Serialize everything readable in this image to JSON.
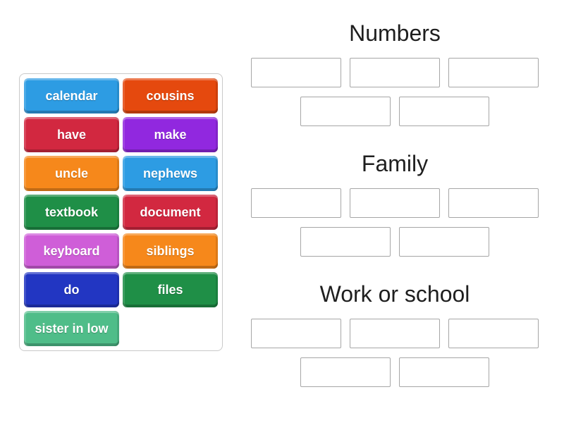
{
  "activity": {
    "type_hint": "group-sort",
    "background_color": "#ffffff",
    "heading_color": "#1f1f1f",
    "slot_border_color": "#a6a6a6",
    "panel_border_color": "#c9c9c9"
  },
  "word_bank": {
    "tiles": [
      {
        "label": "calendar",
        "color": "#2d9ce3"
      },
      {
        "label": "cousins",
        "color": "#e5490e"
      },
      {
        "label": "have",
        "color": "#d22840"
      },
      {
        "label": "make",
        "color": "#9128df"
      },
      {
        "label": "uncle",
        "color": "#f6881b"
      },
      {
        "label": "nephews",
        "color": "#2d9ce3"
      },
      {
        "label": "textbook",
        "color": "#1f8f47"
      },
      {
        "label": "document",
        "color": "#d22840"
      },
      {
        "label": "keyboard",
        "color": "#cf5ed8"
      },
      {
        "label": "siblings",
        "color": "#f6881b"
      },
      {
        "label": "do",
        "color": "#2236c2"
      },
      {
        "label": "files",
        "color": "#1f8f47"
      },
      {
        "label": "sister in low",
        "color": "#4fbd89"
      }
    ]
  },
  "groups": [
    {
      "title": "Numbers",
      "slot_rows": [
        3,
        2
      ]
    },
    {
      "title": "Family",
      "slot_rows": [
        3,
        2
      ]
    },
    {
      "title": "Work or school",
      "slot_rows": [
        3,
        2
      ]
    }
  ]
}
